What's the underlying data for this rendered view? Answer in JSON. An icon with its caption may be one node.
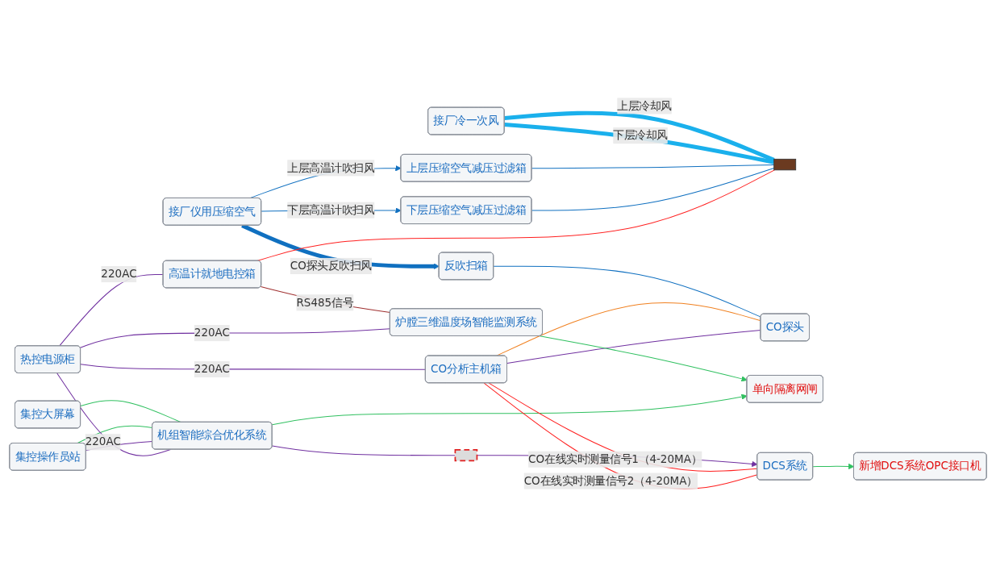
{
  "diagram": {
    "nodes": [
      {
        "text": [
          "集控大屏幕"
        ]
      },
      {
        "text": [
          "集控操作员站"
        ]
      },
      {
        "text": [
          "接厂冷一次风"
        ]
      },
      {
        "text": [
          "上层压缩空气减压过滤箱"
        ]
      },
      {
        "text": [
          "下层压缩空气减压过滤箱"
        ]
      },
      {
        "text": [
          "高温计就地电控箱"
        ]
      },
      {
        "text": [],
        "shape": "box"
      },
      {
        "text": [
          "CO探头"
        ]
      },
      {
        "text": [
          "反吹扫箱"
        ]
      },
      {
        "text": [
          "CO分析主机箱"
        ]
      },
      {
        "text": [
          "接厂仪用压缩空气"
        ]
      },
      {
        "text": [
          "炉膛三维温度场智能监测系统"
        ]
      },
      {
        "text": [
          "机组智能综合优化系统"
        ]
      },
      {
        "text": [
          "单向隔离网闸"
        ]
      },
      {
        "text": [
          "新增DCS系统OPC接口机"
        ]
      },
      {
        "text": [],
        "shape": "box"
      },
      {
        "text": [
          "DCS系统"
        ]
      },
      {
        "text": [
          "热控电源柜"
        ]
      }
    ],
    "edges": [
      {
        "from": 0,
        "to": 12,
        "arrow": "none",
        "color": "#30c060"
      },
      {
        "from": 1,
        "to": 12,
        "arrow": "none",
        "color": "#30c060"
      },
      {
        "from": 1,
        "to": 12,
        "arrow": "none",
        "color": "#7030a0"
      },
      {
        "from": 2,
        "to": 6,
        "arrow": "none",
        "label": "上层冷却风",
        "style": "thick",
        "color": "#1ab0ec"
      },
      {
        "from": 2,
        "to": 6,
        "arrow": "none",
        "label": "下层冷却风",
        "style": "thick",
        "color": "#1ab0ec"
      },
      {
        "from": 10,
        "to": 3,
        "arrow": "to",
        "label": "上层高温计吹扫风",
        "color": "#1070c0"
      },
      {
        "from": 10,
        "to": 4,
        "arrow": "to",
        "label": "下层高温计吹扫风",
        "color": "#1070c0"
      },
      {
        "from": 3,
        "to": 6,
        "arrow": "none",
        "color": "#1070c0"
      },
      {
        "from": 4,
        "to": 6,
        "arrow": "none",
        "color": "#1070c0"
      },
      {
        "from": 10,
        "to": 8,
        "arrow": "to",
        "label": "CO探头反吹扫风",
        "style": "thick",
        "color": "#1070c0"
      },
      {
        "from": 8,
        "to": 7,
        "arrow": "none",
        "color": "#1070c0"
      },
      {
        "from": 9,
        "to": 7,
        "arrow": "none",
        "color": "#f08020"
      },
      {
        "from": 9,
        "to": 7,
        "arrow": "none",
        "color": "#7030a0"
      },
      {
        "from": 5,
        "to": 6,
        "arrow": "none",
        "color": "#ff2020"
      },
      {
        "from": 5,
        "to": 11,
        "arrow": "none",
        "label": "RS485信号",
        "color": "#a03030"
      },
      {
        "from": 12,
        "to": 15,
        "arrow": "none",
        "color": "#7030a0"
      },
      {
        "from": 15,
        "to": 16,
        "arrow": "to",
        "color": "#7030a0"
      },
      {
        "from": 11,
        "to": 13,
        "arrow": "to",
        "color": "#30c060"
      },
      {
        "from": 12,
        "to": 13,
        "arrow": "to",
        "color": "#30c060"
      },
      {
        "from": 16,
        "to": 14,
        "arrow": "to",
        "color": "#30c060"
      },
      {
        "from": 17,
        "to": 11,
        "arrow": "none",
        "label": "220AC",
        "color": "#7030a0"
      },
      {
        "from": 17,
        "to": 12,
        "arrow": "none",
        "label": "220AC",
        "color": "#7030a0"
      },
      {
        "from": 17,
        "to": 9,
        "arrow": "none",
        "label": "220AC",
        "color": "#7030a0"
      },
      {
        "from": 17,
        "to": 5,
        "arrow": "none",
        "label": "220AC",
        "color": "#7030a0"
      },
      {
        "from": 9,
        "to": 16,
        "arrow": "none",
        "label": "CO在线实时测量信号1（4-20MA）",
        "color": "#ff2020"
      },
      {
        "from": 9,
        "to": 16,
        "arrow": "none",
        "label": "CO在线实时测量信号2（4-20MA）",
        "color": "#ff2020"
      }
    ]
  }
}
